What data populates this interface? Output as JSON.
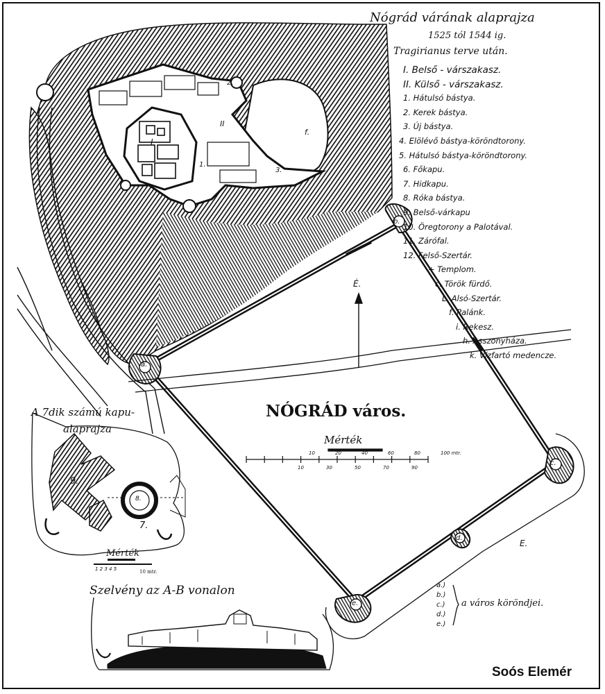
{
  "map": {
    "title": "Nógrád várának alaprajza",
    "dates": "1525 tól 1544 ig.",
    "basis": "Tragirianus terve után.",
    "legend": [
      {
        "key": "I.",
        "text": "Belső - várszakasz."
      },
      {
        "key": "II.",
        "text": "Külső - várszakasz."
      },
      {
        "key": "1.",
        "text": "Hátulsó bástya."
      },
      {
        "key": "2.",
        "text": "Kerek bástya."
      },
      {
        "key": "3.",
        "text": "Új bástya."
      },
      {
        "key": "4.",
        "text": "Elölévő bástya-köröndtorony."
      },
      {
        "key": "5.",
        "text": "Hátulsó bástya-köröndtorony."
      },
      {
        "key": "6.",
        "text": "Főkapu."
      },
      {
        "key": "7.",
        "text": "Hidkapu."
      },
      {
        "key": "8.",
        "text": "Róka bástya."
      },
      {
        "key": "9.",
        "text": "Belső-várkapu"
      },
      {
        "key": "10.",
        "text": "Öregtorony a Palotával."
      },
      {
        "key": "11.",
        "text": "Zárófal."
      },
      {
        "key": "12.",
        "text": "Felső-Szertár."
      },
      {
        "key": "+",
        "text": "Templom."
      },
      {
        "key": "c.",
        "text": "Török fürdő."
      },
      {
        "key": "L.",
        "text": "Alsó-Szertár."
      },
      {
        "key": "f.",
        "text": "Palánk."
      },
      {
        "key": "i.",
        "text": "Rekesz."
      },
      {
        "key": "h.",
        "text": "Asszonyháza."
      },
      {
        "key": "k.",
        "text": "Vízfartó medencze."
      }
    ],
    "city_title": "NÓGRÁD város.",
    "scale_label": "Mérték",
    "scale_top_ticks": [
      "10",
      "20",
      "40",
      "60",
      "80",
      "100 mtr."
    ],
    "scale_bottom_ticks": [
      "10",
      "30",
      "50",
      "70",
      "90"
    ],
    "north_label": "É.",
    "gate_title_1": "A 7dik számú kapu-",
    "gate_title_2": "alaprajza",
    "gate_scale_label": "Mérték",
    "gate_scale_ticks": "1 2 3 4 5",
    "gate_scale_unit": "10 mtr.",
    "gate_labels": {
      "g9": "9.",
      "g7": "7.",
      "g8": "8."
    },
    "section_title": "Szelvény az A-B vonalon",
    "corner_markers": [
      "a.",
      "b.",
      "c.",
      "d.",
      "e."
    ],
    "corner_keys": [
      "a.)",
      "b.)",
      "c.)",
      "d.)",
      "e.)"
    ],
    "corners_label": "a város köröndjei.",
    "inner_labels": {
      "I": "I",
      "II": "II",
      "n1": "1.",
      "n2": "2.",
      "n3": "3.",
      "f": "f.",
      "E": "E."
    },
    "author": "Soós Elemér"
  },
  "colors": {
    "ink": "#111111",
    "paper": "#ffffff"
  }
}
